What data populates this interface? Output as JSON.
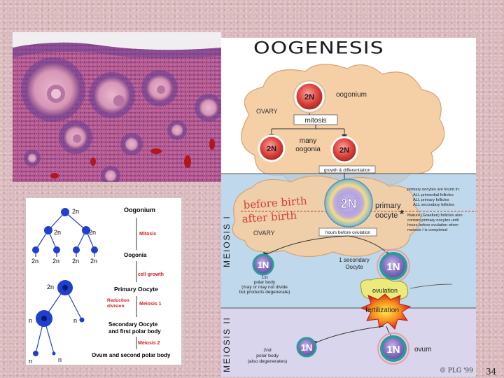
{
  "colors": {
    "background": "#d9b8bc",
    "tissue": "#b65c93",
    "chart_cell": "#1f3fcf",
    "chart_red": "#d21c24",
    "diagram_orange": "#f5cfa6",
    "diagram_blue": "#a9cbe4",
    "diagram_lavender": "#d9d5ec",
    "cell_red": "#e0403a",
    "cell_teal": "#2a9a9a",
    "text_red": "#d2403a"
  },
  "micrograph": {
    "icon": "ovary-tissue-micrograph-icon"
  },
  "left_chart": {
    "labels": {
      "oogonium": "Oogonium",
      "mitosis": "Mitosis",
      "oogonia": "Oogonia",
      "cell_growth": "cell growth",
      "primary_oocyte": "Primary Oocyte",
      "reduction_division_1": "Reduction",
      "reduction_division_2": "division",
      "meiosis_1": "Meiosis 1",
      "secondary_oocyte_1": "Secondary Oocyte",
      "secondary_oocyte_2": "and first polar body",
      "meiosis_2": "Meiosis 2",
      "ovum": "Ovum and second polar body"
    },
    "ploidy": {
      "top": "2n",
      "level2_left": "2n",
      "level2_right": "2n",
      "level3_1": "2n",
      "level3_2": "2n",
      "level3_3": "2n",
      "level3_4": "2n",
      "primary": "2n",
      "secondary": "n",
      "polar": "n",
      "ovum": "n",
      "polar2": "n"
    }
  },
  "diagram": {
    "title": "OOGENESIS",
    "ovary": "OVARY",
    "ovary2": "OVARY",
    "mitosis": "mitosis",
    "oogonium": "oogonium",
    "many_1": "many",
    "many_2": "oogonia",
    "growth": "growth & differentiation",
    "before_birth": "before birth",
    "after_birth": "after birth",
    "primary_oocyte_1": "primary",
    "primary_oocyte_2": "oocyte",
    "asterisk": "*",
    "hours": "hours before ovulation",
    "meiosis_i": "MEIOSIS I",
    "meiosis_ii": "MEIOSIS II",
    "note1": {
      "l1": "primary oocytes are found in:",
      "l2": "ALL primordial follicles",
      "l3": "ALL primary follicles",
      "l4": "ALL secondary follicles"
    },
    "note2": {
      "l1": "Mature (Graafian) follicles also",
      "l2": "contain primary oocytes until",
      "l3": "hours before ovulation when",
      "l4": "meiosis I is completed"
    },
    "first_polar": {
      "l1": "1st",
      "l2": "polar body",
      "l3": "(may or may not divide",
      "l4": "but products degenerate)"
    },
    "secondary_1": "1 secondary",
    "secondary_2": "Oocyte",
    "ovulation": "ovulation",
    "fertilization": "fertilization",
    "second_polar": {
      "l1": "2nd",
      "l2": "polar body",
      "l3": "(also degenerates)"
    },
    "ovum": "ovum",
    "label_2n_a": "2N",
    "label_2n_b": "2N",
    "label_2n_c": "2N",
    "label_2n_d": "2N",
    "label_1n_a": "1N",
    "label_1n_b": "1N",
    "label_1n_c": "1N",
    "label_1n_d": "1N",
    "copyright": "© PLG '99"
  },
  "page_number": "34"
}
